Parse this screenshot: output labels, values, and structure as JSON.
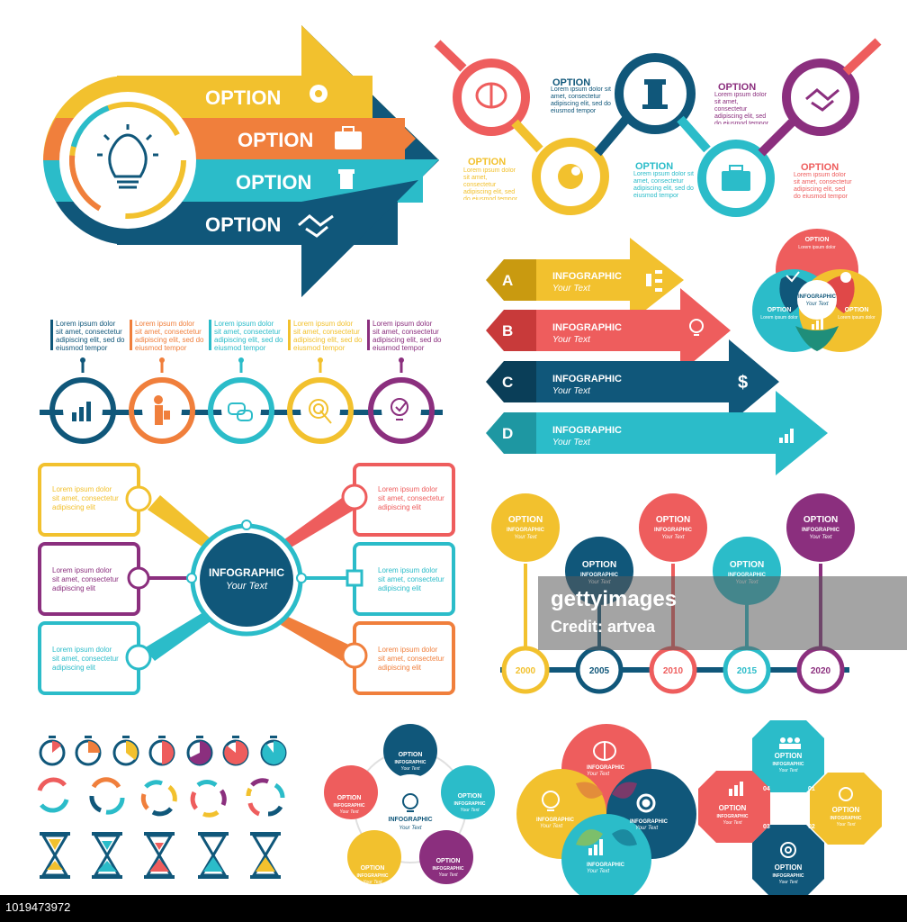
{
  "colors": {
    "yellow": "#F2C12E",
    "orange": "#F07F3C",
    "teal": "#2BBCC9",
    "navy": "#10577A",
    "coral": "#EE5D5D",
    "purple": "#8B2F7E",
    "grey": "#3A4A5A"
  },
  "big_arrow": {
    "options": [
      "OPTION",
      "OPTION",
      "OPTION",
      "OPTION"
    ],
    "icons": [
      "head-gear-icon",
      "briefcase-icon",
      "chess-rook-icon",
      "handshake-icon"
    ]
  },
  "wave": {
    "steps": [
      {
        "title": "OPTION",
        "text": "Lorem ipsum dolor sit amet, consectetur adipiscing elit, sed do eiusmod tempor",
        "icon": "head-gear-icon"
      },
      {
        "title": "OPTION",
        "text": "Lorem ipsum dolor sit amet, consectetur adipiscing elit, sed do eiusmod tempor",
        "icon": "chess-rook-icon"
      },
      {
        "title": "OPTION",
        "text": "Lorem ipsum dolor sit amet, consectetur adipiscing elit, sed do eiusmod tempor",
        "icon": "handshake-icon"
      },
      {
        "title": "OPTION",
        "text": "Lorem ipsum dolor sit amet, consectetur adipiscing elit, sed do eiusmod tempor",
        "icon": "brain-icon"
      },
      {
        "title": "OPTION",
        "text": "Lorem ipsum dolor sit amet, consectetur adipiscing elit, sed do eiusmod tempor",
        "icon": "briefcase-icon"
      }
    ]
  },
  "abcd": {
    "items": [
      {
        "letter": "A",
        "title": "INFOGRAPHIC",
        "sub": "Your Text",
        "icon": "hierarchy-icon"
      },
      {
        "letter": "B",
        "title": "INFOGRAPHIC",
        "sub": "Your Text",
        "icon": "lightbulb-icon"
      },
      {
        "letter": "C",
        "title": "INFOGRAPHIC",
        "sub": "Your Text",
        "icon": "dollar-icon"
      },
      {
        "letter": "D",
        "title": "INFOGRAPHIC",
        "sub": "Your Text",
        "icon": "bar-chart-icon"
      }
    ],
    "dollar": "$"
  },
  "venn3": {
    "center_title": "INFOGRAPHIC",
    "center_sub": "Your Text",
    "labels": [
      {
        "title": "OPTION",
        "text": "Lorem ipsum dolor"
      },
      {
        "title": "OPTION",
        "text": "Lorem ipsum dolor"
      },
      {
        "title": "OPTION",
        "text": "Lorem ipsum dolor"
      }
    ]
  },
  "chain": {
    "text_lines": [
      "Lorem ipsum dolor",
      "sit amet, consectetur",
      "adipiscing elit, sed do",
      "eiusmod tempor"
    ],
    "icons": [
      "growth-chart-icon",
      "person-puzzle-icon",
      "chat-icon",
      "click-target-icon",
      "checkmark-bulb-icon"
    ]
  },
  "hub": {
    "center_title": "INFOGRAPHIC",
    "center_sub": "Your Text",
    "box_lines_long": [
      "Lorem ipsum dolor",
      "sit amet, consectetur",
      "adipiscing elit"
    ],
    "box_lines_short": [
      "Lorem ipsum dolor",
      "sit amet, consectetur",
      "adipiscing elit"
    ]
  },
  "timeline": {
    "years": [
      "2000",
      "2005",
      "2010",
      "2015",
      "2020"
    ],
    "title": "OPTION",
    "sub1": "INFOGRAPHIC",
    "sub2": "Your Text"
  },
  "flower": {
    "center_title": "INFOGRAPHIC",
    "center_sub": "Your Text",
    "petal_title": "OPTION",
    "petal_sub": "INFOGRAPHIC",
    "petal_text": "Your Text"
  },
  "clover": {
    "sub": "INFOGRAPHIC",
    "text": "Your Text"
  },
  "octagons": {
    "title": "OPTION",
    "sub": "INFOGRAPHIC",
    "text": "Your Text",
    "numbers": [
      "01",
      "02",
      "03",
      "04"
    ]
  },
  "watermark": {
    "title": "gettyimages",
    "credit": "Credit: artvea"
  },
  "footer": {
    "image_id": "1019473972"
  }
}
